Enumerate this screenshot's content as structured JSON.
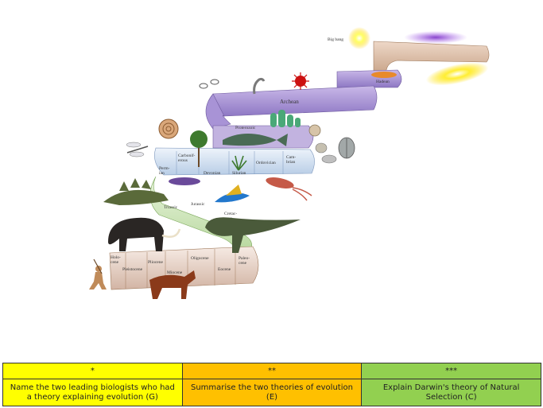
{
  "timeline": {
    "labels": {
      "big_bang": "Big bang",
      "hadean": "Hadean",
      "archean": "Archean",
      "proterozoic": "Proterozoic",
      "cambrian": "Cam-\nbrian",
      "ordovician": "Ordovician",
      "silurian": "Silurian",
      "devonian": "Devonian",
      "carboniferous": "Carbonif-\nerous",
      "permian": "Perm-\nian",
      "triassic": "Triassic",
      "jurassic": "Jurassic",
      "cretaceous": "Cretac-\neous",
      "paleocene": "Paleo-\ncene",
      "eocene": "Eocene",
      "oligocene": "Oligocene",
      "miocene": "Miocene",
      "pliocene": "Pliocene",
      "pleistocene": "Pleistocene",
      "holocene": "Holo-\ncene"
    }
  },
  "tasks": {
    "stars": [
      "*",
      "**",
      "***"
    ],
    "descriptions": [
      "Name the two leading biologists who had a theory explaining evolution (G)",
      "Summarise the two theories of evolution (E)",
      "Explain Darwin's theory of Natural Selection (C)"
    ],
    "colors": [
      "#ffff00",
      "#ffc000",
      "#92d050"
    ]
  }
}
